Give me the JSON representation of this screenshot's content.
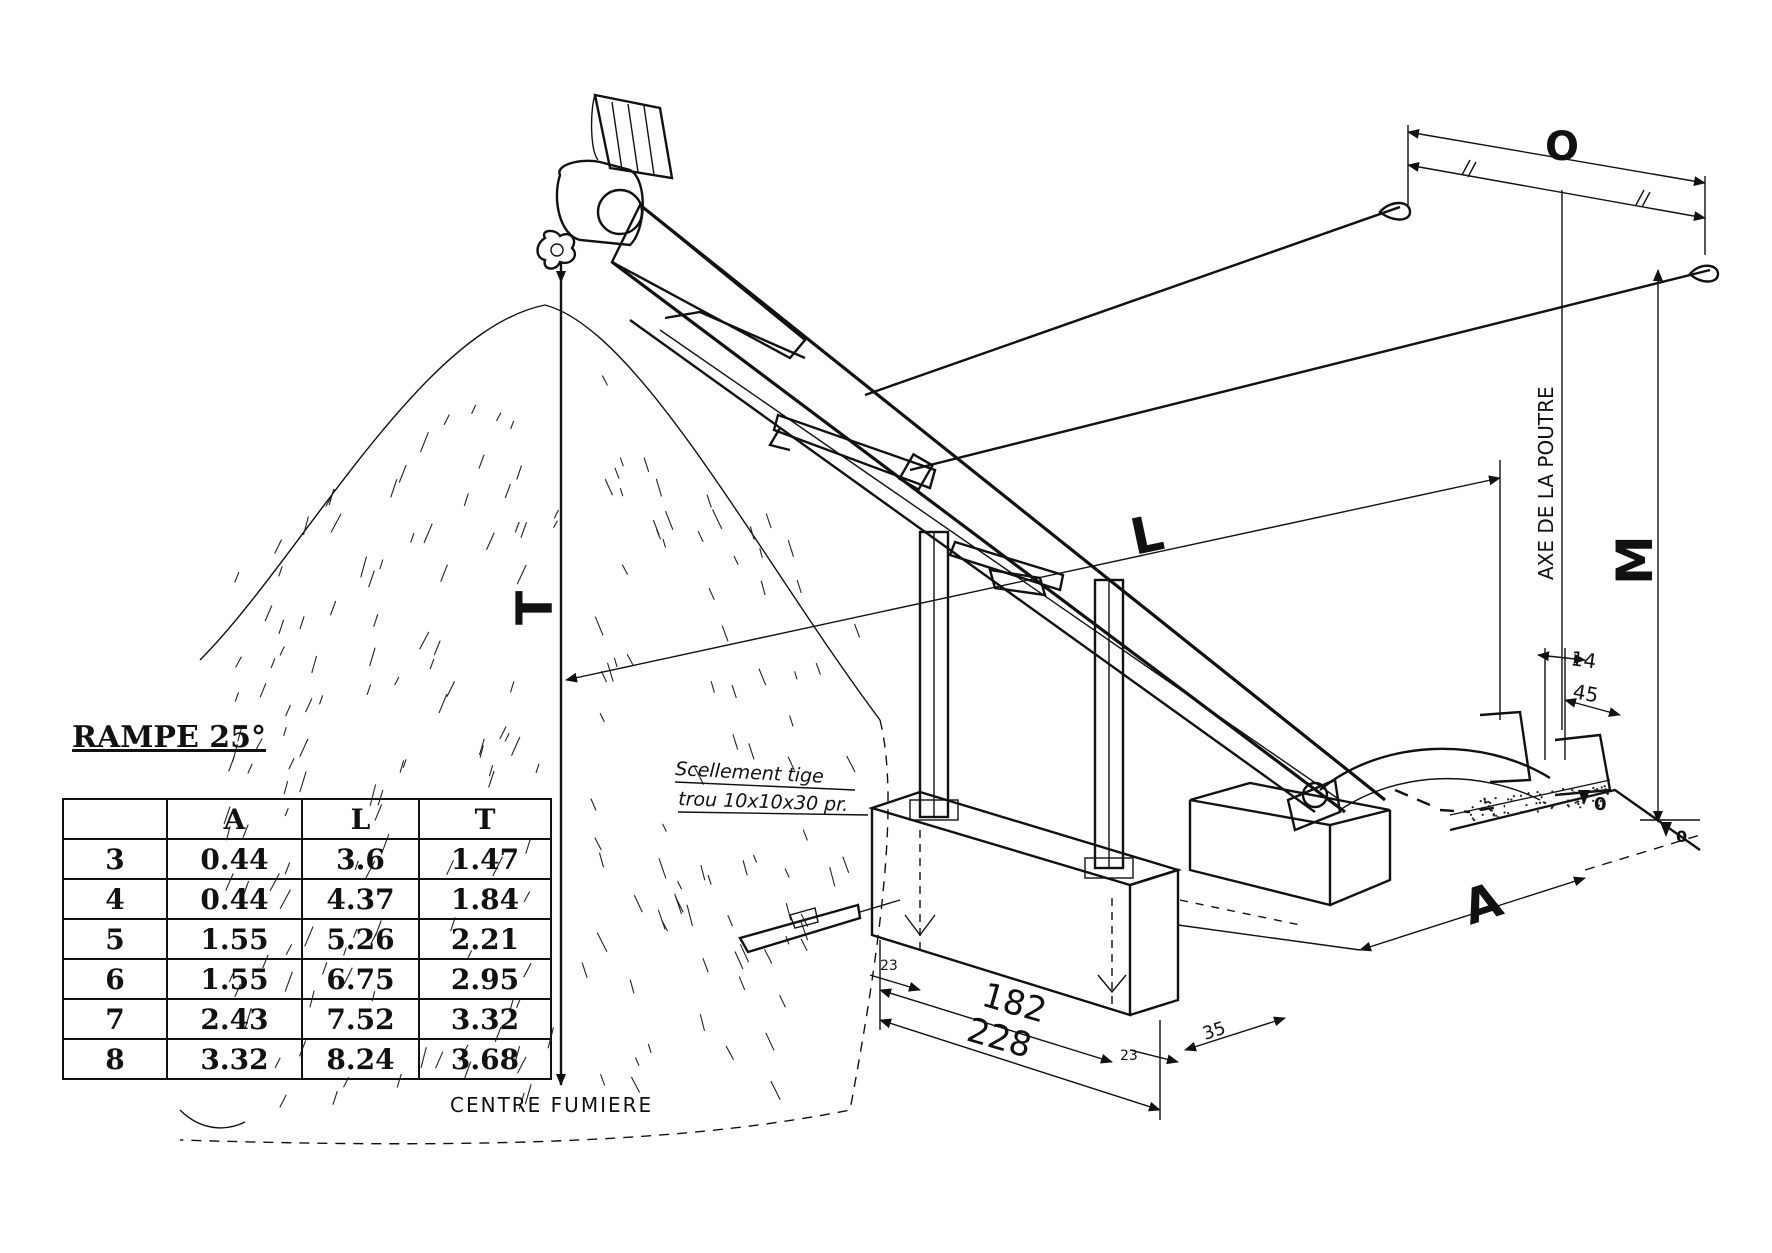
{
  "table": {
    "title": "RAMPE 25°",
    "headers": [
      "",
      "A",
      "L",
      "T"
    ],
    "rows": [
      [
        "3",
        "0.44",
        "3.6",
        "1.47"
      ],
      [
        "4",
        "0.44",
        "4.37",
        "1.84"
      ],
      [
        "5",
        "1.55",
        "5.26",
        "2.21"
      ],
      [
        "6",
        "1.55",
        "6.75",
        "2.95"
      ],
      [
        "7",
        "2.43",
        "7.52",
        "3.32"
      ],
      [
        "8",
        "3.32",
        "8.24",
        "3.68"
      ]
    ]
  },
  "labels": {
    "o": "O",
    "l": "L",
    "m": "M",
    "t": "T",
    "a": "A",
    "axe": "AXE DE LA POUTRE",
    "dim14": "14",
    "dim45": "45",
    "dim182": "182",
    "dim228": "228",
    "dim23a": "23",
    "dim23b": "23",
    "dim35": "35",
    "level0a": "0",
    "level0b": "0",
    "scellement1": "Scellement tige",
    "scellement2": "trou 10x10x30 pr.",
    "centre": "CENTRE FUMIERE"
  }
}
